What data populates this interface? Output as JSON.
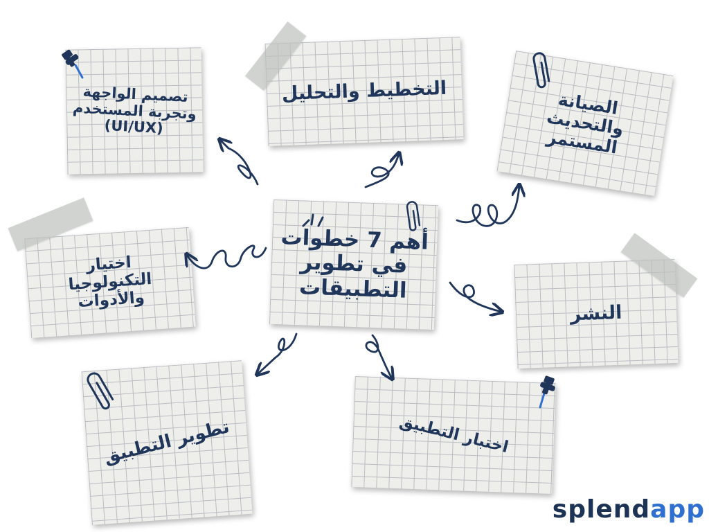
{
  "center": {
    "title": "أهم 7 خطوات\nفي تطوير\nالتطبيقات"
  },
  "steps": [
    {
      "label": "التخطيط والتحليل"
    },
    {
      "label": "تصميم الواجهة\nوتجربة المستخدم\n(UI/UX)"
    },
    {
      "label": "الصيانة\nوالتحديث\nالمستمر"
    },
    {
      "label": "اختيار\nالتكنولوجيا\nوالأدوات"
    },
    {
      "label": "النشر"
    },
    {
      "label": "تطوير التطبيق"
    },
    {
      "label": "اختبار التطبيق"
    }
  ],
  "logo": {
    "text_main": "splend",
    "text_accent": "app"
  },
  "colors": {
    "ink": "#1f3559",
    "paper": "#eeeeea",
    "grid": "#b9bcc2",
    "accent": "#2f6fcf"
  },
  "icons": [
    "push-pin-icon",
    "paper-clip-icon",
    "tape-strip"
  ]
}
